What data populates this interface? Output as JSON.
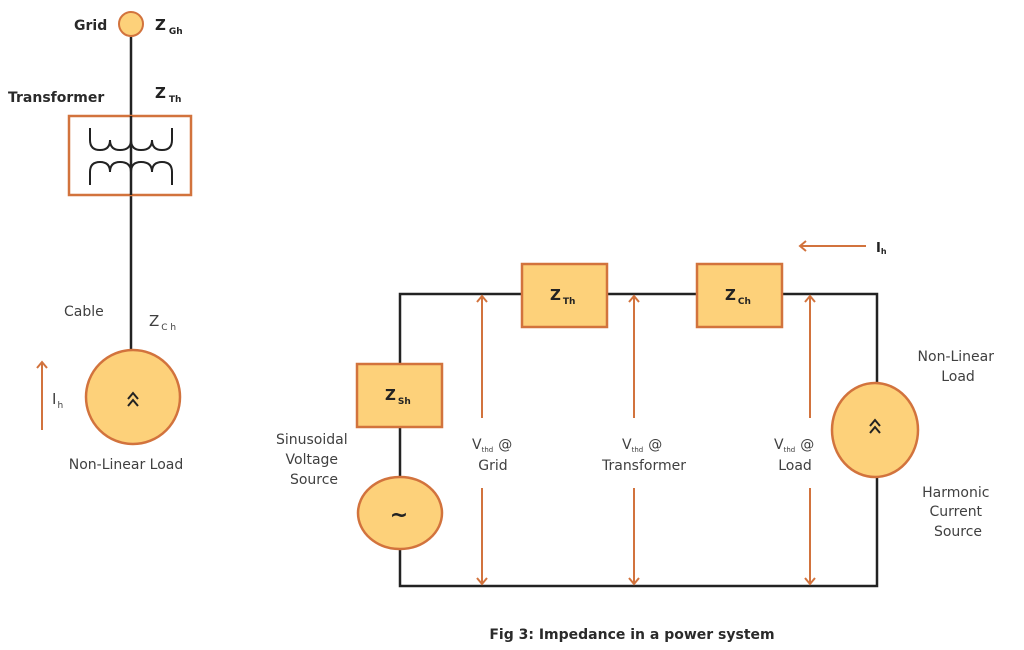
{
  "colors": {
    "fill": "#FDD17A",
    "stroke": "#D2733D",
    "wire": "#222222",
    "text": "#404040"
  },
  "left_diagram": {
    "grid_label": "Grid",
    "grid_impedance": {
      "main": "Z",
      "sub": "Gh"
    },
    "transformer_label": "Transformer",
    "transformer_impedance": {
      "main": "Z",
      "sub": "Th"
    },
    "cable_label": "Cable",
    "cable_impedance": {
      "main": "Z",
      "sub": "C h"
    },
    "current_label": {
      "main": "I",
      "sub": "h"
    },
    "load_symbol": "current-source-icon",
    "load_label": "Non-Linear Load"
  },
  "right_diagram": {
    "source_impedance": {
      "main": "Z",
      "sub": "Sh"
    },
    "transformer_impedance": {
      "main": "Z",
      "sub": "Th"
    },
    "cable_impedance": {
      "main": "Z",
      "sub": "Ch"
    },
    "current_label": {
      "main": "I",
      "sub": "h"
    },
    "voltage_source_label": [
      "Sinusoidal",
      "Voltage",
      "Source"
    ],
    "voltage_source_symbol": "~",
    "nonlinear_load_label": [
      "Non-Linear",
      "Load"
    ],
    "harmonic_source_label": [
      "Harmonic",
      "Current",
      "Source"
    ],
    "measurements": [
      {
        "main": "V",
        "sub": "thd",
        "at": "@",
        "location": "Grid"
      },
      {
        "main": "V",
        "sub": "thd",
        "at": "@",
        "location": "Transformer"
      },
      {
        "main": "V",
        "sub": "thd",
        "at": "@",
        "location": "Load"
      }
    ]
  },
  "caption": "Fig 3: Impedance in a power system"
}
